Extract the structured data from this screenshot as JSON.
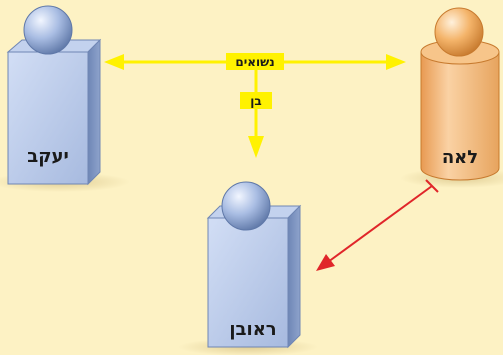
{
  "nodes": {
    "yaakov": {
      "label": "יעקב"
    },
    "leah": {
      "label": "לאה"
    },
    "reuven": {
      "label": "ראובן"
    }
  },
  "relations": {
    "marriage": {
      "label": "נשואים"
    },
    "son": {
      "label": "בן"
    }
  },
  "colors": {
    "background": "#FDF2C4",
    "figure_blue": "#A9BDE3",
    "figure_orange": "#F4B46A",
    "yellow_arrow": "#FFF200",
    "red_arrow": "#E0262A"
  }
}
